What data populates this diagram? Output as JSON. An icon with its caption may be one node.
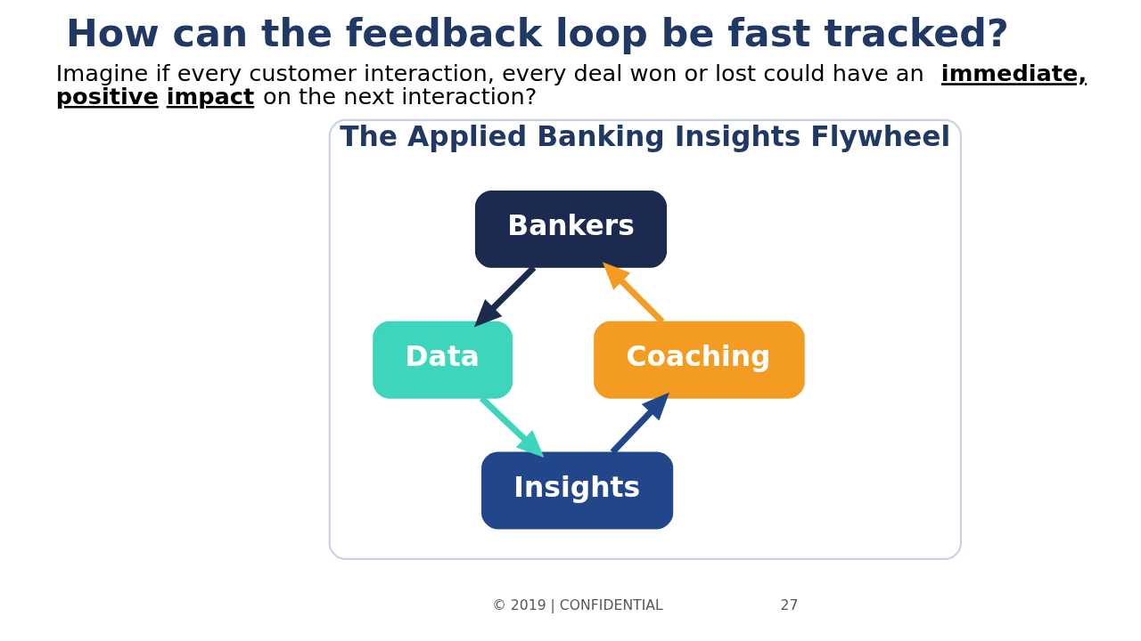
{
  "diagram": {
    "title": "How can the feedback loop be fast tracked?",
    "nodes": [
      {
        "text": [
          "The Applied Banking Insights Flywheel"
        ]
      },
      {
        "text": [
          "Bankers"
        ],
        "in": 0
      },
      {
        "text": [
          "Data"
        ],
        "in": 0
      },
      {
        "text": [
          "Insights"
        ],
        "in": 0
      },
      {
        "text": [
          "Coaching"
        ],
        "in": 0
      }
    ],
    "edges": [
      {
        "from": 1,
        "to": 2,
        "arrow": "to",
        "color": "#1b2a4e"
      },
      {
        "from": 2,
        "to": 3,
        "arrow": "to",
        "color": "#3dd5bc"
      },
      {
        "from": 3,
        "to": 4,
        "arrow": "to",
        "color": "#22468a"
      },
      {
        "from": 4,
        "to": 1,
        "arrow": "to",
        "color": "#f39c21"
      }
    ],
    "labels": [
      "Imagine if every customer interaction, every deal won or lost could have an **immediate, positive impact** on the next interaction?",
      "© 2019 | CONFIDENTIAL",
      "27"
    ]
  }
}
